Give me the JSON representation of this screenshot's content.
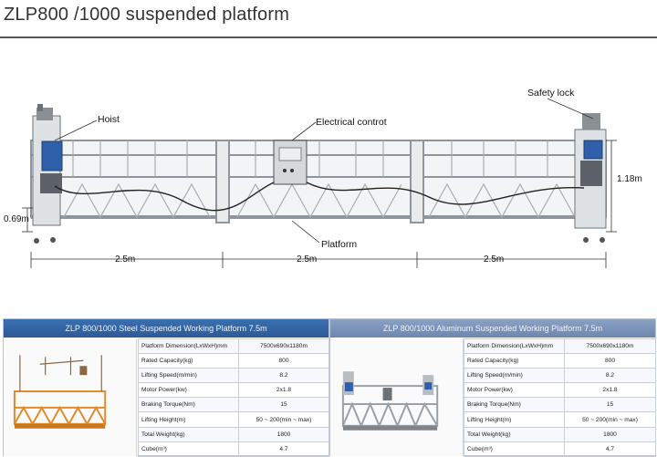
{
  "title": "ZLP800 /1000 suspended platform",
  "diagram": {
    "callouts": {
      "hoist": "Hoist",
      "electrical": "Electrical controt",
      "safety_lock": "Safety lock",
      "platform": "Platform"
    },
    "dimensions": {
      "height": "1.18m",
      "width": "0.69m",
      "segment_1": "2.5m",
      "segment_2": "2.5m",
      "segment_3": "2.5m"
    }
  },
  "spec_left": {
    "header": "ZLP 800/1000 Steel Suspended Working Platform 7.5m",
    "rows": [
      {
        "label": "Platform Dimension(LxWxH)mm",
        "value": "7500x690x1180m"
      },
      {
        "label": "Rated Capacity(kg)",
        "value": "800"
      },
      {
        "label": "Lifting Speed(m/min)",
        "value": "8.2"
      },
      {
        "label": "Motor Power(kw)",
        "value": "2x1.8"
      },
      {
        "label": "Braking Torque(Nm)",
        "value": "15"
      },
      {
        "label": "Lifting Height(m)",
        "value": "50 ~ 200(min ~ max)"
      },
      {
        "label": "Total Weight(kg)",
        "value": "1800"
      },
      {
        "label": "Cube(m³)",
        "value": "4.7"
      }
    ]
  },
  "spec_right": {
    "header": "ZLP 800/1000 Aluminum   Suspended Working Platform 7.5m",
    "rows": [
      {
        "label": "Platform Dimension(LxWxH)mm",
        "value": "7500x690x1180m"
      },
      {
        "label": "Rated Capacity(kg)",
        "value": "800"
      },
      {
        "label": "Lifting Speed(m/min)",
        "value": "8.2"
      },
      {
        "label": "Motor Power(kw)",
        "value": "2x1.8"
      },
      {
        "label": "Braking Torque(Nm)",
        "value": "15"
      },
      {
        "label": "Lifting Height(m)",
        "value": "50 ~ 200(min ~ max)"
      },
      {
        "label": "Total Weight(kg)",
        "value": "1800"
      },
      {
        "label": "Cube(m³)",
        "value": "4.7"
      }
    ]
  },
  "colors": {
    "frame": "#9aa0a6",
    "motor_blue": "#2e5fa8",
    "steel_orange": "#e08a2a",
    "header_blue": "#2c5a96"
  }
}
